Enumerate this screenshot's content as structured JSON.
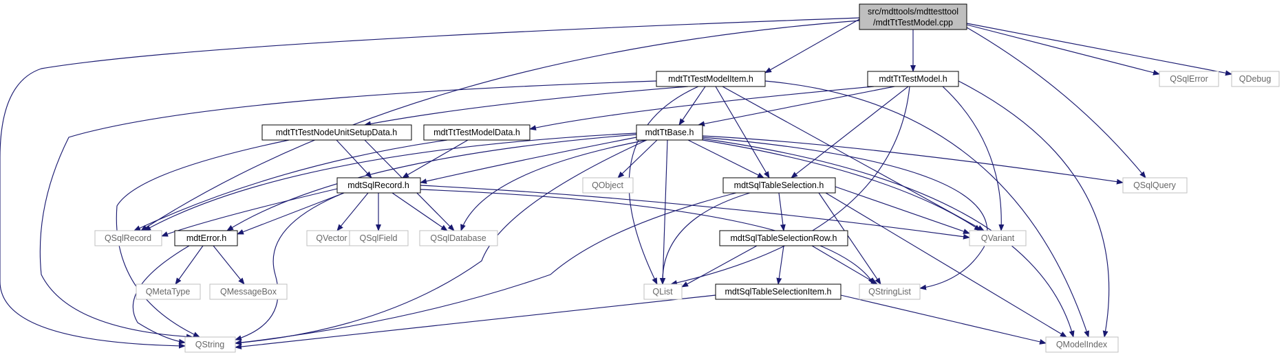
{
  "colors": {
    "edge": "#191970",
    "root_fill": "#bfbfbf",
    "node_border": "#000000",
    "external_border": "#bfbfbf",
    "external_text": "#666666"
  },
  "root": {
    "line1": "src/mdttools/mdttesttool",
    "line2": "/mdtTtTestModel.cpp"
  },
  "nodes": {
    "modelitem": "mdtTtTestModelItem.h",
    "model": "mdtTtTestModel.h",
    "qsqlerror": "QSqlError",
    "qdebug": "QDebug",
    "nodeunitsetup": "mdtTtTestNodeUnitSetupData.h",
    "modeldata": "mdtTtTestModelData.h",
    "base": "mdtTtBase.h",
    "qobject": "QObject",
    "tablesel": "mdtSqlTableSelection.h",
    "qsqlquery": "QSqlQuery",
    "sqlrecord": "mdtSqlRecord.h",
    "qsqlrecord": "QSqlRecord",
    "error": "mdtError.h",
    "qvector": "QVector",
    "qsqlfield": "QSqlField",
    "qsqldatabase": "QSqlDatabase",
    "qvariant": "QVariant",
    "selrow": "mdtSqlTableSelectionRow.h",
    "qmetatype": "QMetaType",
    "qmessagebox": "QMessageBox",
    "qlist": "QList",
    "qstringlist": "QStringList",
    "selitem": "mdtSqlTableSelectionItem.h",
    "qstring": "QString",
    "qmodelindex": "QModelIndex"
  }
}
